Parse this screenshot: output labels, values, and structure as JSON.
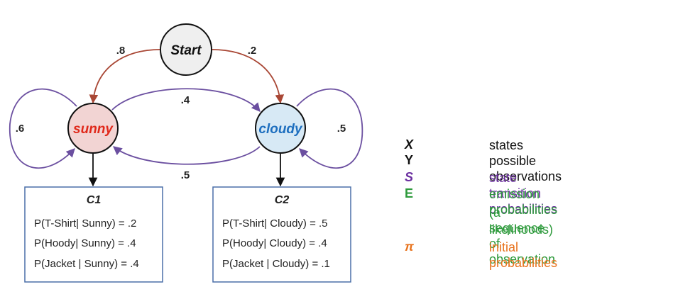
{
  "colors": {
    "start_edge": "#a94735",
    "transition": "#6b4fa0",
    "emission": "#2e9a3c",
    "initial": "#e8721c",
    "sunny_fill": "#f2d4d3",
    "sunny_text": "#e0291b",
    "cloudy_fill": "#d7e9f5",
    "cloudy_text": "#1e6fbf",
    "start_fill": "#efefef",
    "box_border": "#4a6fa8"
  },
  "nodes": {
    "start": "Start",
    "sunny": "sunny",
    "cloudy": "cloudy"
  },
  "edges": {
    "start_to_sunny": ".8",
    "start_to_cloudy": ".2",
    "sunny_to_cloudy": ".4",
    "cloudy_to_sunny": ".5",
    "sunny_self": ".6",
    "cloudy_self": ".5"
  },
  "emission_boxes": [
    {
      "title": "C1",
      "lines": [
        "P(T-Shirt| Sunny) = .2",
        "P(Hoody| Sunny) = .4",
        "P(Jacket | Sunny) = .4"
      ]
    },
    {
      "title": "C2",
      "lines": [
        "P(T-Shirt| Cloudy) = .5",
        "P(Hoody| Cloudy) = .4",
        "P(Jacket | Cloudy) = .1"
      ]
    }
  ],
  "legend": [
    {
      "symbol": "X",
      "desc": "states",
      "color": "#111111",
      "italic": true
    },
    {
      "symbol": "Y",
      "desc": "possible observations",
      "color": "#111111",
      "italic": false
    },
    {
      "symbol": "S",
      "desc": "state transition probabilities",
      "color": "#6b2fa0",
      "italic": true
    },
    {
      "symbol": "E",
      "desc": "emission probabilities",
      "color": "#2e9a3c",
      "italic": false
    },
    {
      "symbol": "",
      "desc": "(a sequence of observation",
      "color": "#2e9a3c",
      "italic": false
    },
    {
      "symbol": "",
      "desc": "likelihoods)",
      "color": "#2e9a3c",
      "italic": false
    },
    {
      "symbol": "π",
      "desc": "initial probabilities",
      "color": "#e8721c",
      "italic": true
    }
  ]
}
